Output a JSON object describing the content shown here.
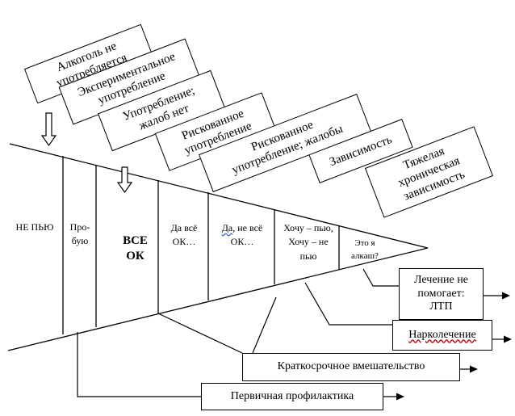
{
  "categories": [
    "Алкоголь не употребляется",
    "Экспериментальное употребление",
    "Употребление; жалоб нет",
    "Рискованное употребление",
    "Рискованное употребление; жалобы",
    "Зависимость",
    "Тяжелая хроническая зависимость"
  ],
  "stages": {
    "ne_pyu": "НЕ ПЬЮ",
    "probuyu_1": "Про-",
    "probuyu_2": "бую",
    "vse_ok_1": "ВСЕ",
    "vse_ok_2": "ОК",
    "da_vse_ok_1": "Да всё",
    "da_vse_ok_2": "ОК…",
    "da_ne_vse_1_a": "Да",
    "da_ne_vse_1_b": ", не всё",
    "da_ne_vse_2": "ОК…",
    "hochu_1": "Хочу – пью,",
    "hochu_2": "Хочу – не",
    "hochu_3": "пью",
    "eto_ya_1": "Это я",
    "eto_ya_2": "алкаш?"
  },
  "outcomes": {
    "lechenie_1": "Лечение не",
    "lechenie_2": "помогает:",
    "lechenie_3": "ЛТП",
    "narkolechenie": "Нарколечение",
    "kratkosrochnoe": "Краткосрочное вмешательство",
    "pervichnaya": "Первичная профилактика"
  }
}
